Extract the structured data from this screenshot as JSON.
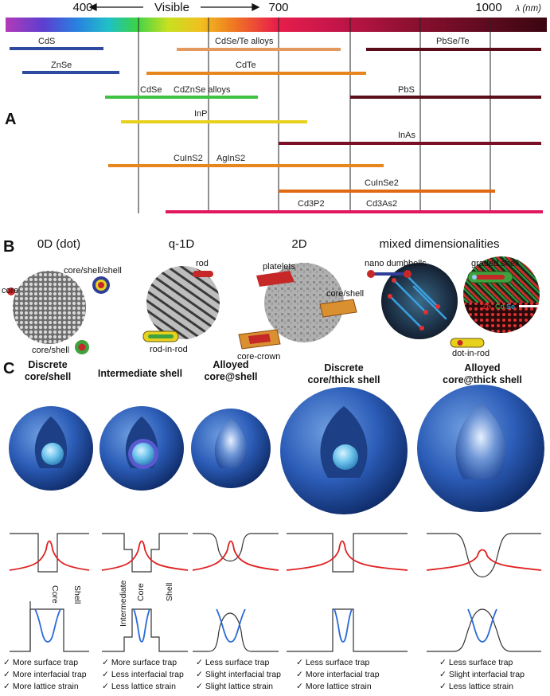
{
  "panel_a": {
    "panel_label": "A",
    "wavelength_ticks": [
      "400",
      "700",
      "1000"
    ],
    "visible_label": "Visible",
    "unit_label": "λ (nm)",
    "materials": [
      {
        "name": "CdS",
        "color": "#2e4aa0"
      },
      {
        "name": "ZnSe",
        "color": "#2e4aa0"
      },
      {
        "name": "CdSe/Te alloys",
        "color": "#e49a5e"
      },
      {
        "name": "CdTe",
        "color": "#e8861e"
      },
      {
        "name": "PbSe/Te",
        "color": "#5a0d18"
      },
      {
        "name": "CdSe",
        "color": "#3fc23f"
      },
      {
        "name": "CdZnSe alloys",
        "color": "#3fc23f"
      },
      {
        "name": "PbS",
        "color": "#5a0d18"
      },
      {
        "name": "InP",
        "color": "#e8d11c"
      },
      {
        "name": "InAs",
        "color": "#7a0f28"
      },
      {
        "name": "CuInS2",
        "color": "#e8861e"
      },
      {
        "name": "AgInS2",
        "color": "#e8861e"
      },
      {
        "name": "CuInSe2",
        "color": "#e06a14"
      },
      {
        "name": "Cd3P2",
        "color": "#e0185e"
      },
      {
        "name": "Cd3As2",
        "color": "#e0185e"
      }
    ]
  },
  "panel_b": {
    "panel_label": "B",
    "headers": [
      "0D (dot)",
      "q-1D",
      "2D",
      "mixed dimensionalities"
    ],
    "labels": [
      "core",
      "core/shell/shell",
      "core/shell",
      "rod",
      "rod-in-rod",
      "platelets",
      "core/shell",
      "core-crown",
      "nano dumbbells",
      "graded shell",
      "dot-in-rod"
    ],
    "element_legend": [
      "Zn",
      "Cd",
      "Se"
    ]
  },
  "panel_c": {
    "panel_label": "C",
    "columns": [
      {
        "title_lines": [
          "Discrete",
          "core/shell"
        ],
        "bullets": [
          "More surface trap",
          "More interfacial trap",
          "More lattice strain"
        ]
      },
      {
        "title_lines": [
          "Intermediate shell"
        ],
        "bullets": [
          "More surface trap",
          "Less interfacial trap",
          "Less lattice strain"
        ]
      },
      {
        "title_lines": [
          "Alloyed",
          "core@shell"
        ],
        "bullets": [
          "Less surface trap",
          "Slight interfacial trap",
          "Slight lattice strain"
        ]
      },
      {
        "title_lines": [
          "Discrete",
          "core/thick shell"
        ],
        "bullets": [
          "Less surface trap",
          "More interfacial trap",
          "More lattice strain"
        ]
      },
      {
        "title_lines": [
          "Alloyed",
          "core@thick shell"
        ],
        "bullets": [
          "Less surface trap",
          "Slight interfacial trap",
          "Less lattice strain"
        ]
      }
    ],
    "band_labels": {
      "core": "Core",
      "shell": "Shell",
      "intermediate": "Intermediate"
    },
    "check_mark": "✓"
  }
}
